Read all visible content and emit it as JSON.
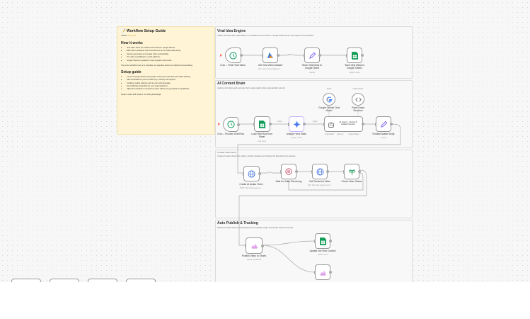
{
  "guide": {
    "title": "📝 Workflow Setup Guide",
    "author_label": "Author:",
    "author_name": "Wing Lab",
    "how_title": "How it works",
    "how_items": [
      "Viral video ideas are collected and stored in Google Sheets",
      "Each idea is analyzed and converted into an AI avatar-ready script",
      "HeyGen generates an AI avatar video automatically",
      "The video is published to social platforms",
      "Google Sheets is updated to track progress and results"
    ],
    "how_note": "The entire workflow runs on a schedule and operates end-to-end without manual editing.",
    "setup_title": "Setup guide",
    "setup_items": [
      "Connect Google Sheets and prepare a sheet for viral ideas and status tracking",
      "Add credentials for your AI model (e.g. Gemini) and HeyGen",
      "Configure avatar settings such as voice and language",
      "Set publishing credentials for your target platforms",
      "Adjust the schedule to control how often videos are generated and published"
    ],
    "setup_note": "Setup is quick and requires no coding knowledge."
  },
  "sections": {
    "s1": {
      "title": "Viral Idea Engine",
      "subtitle": "Collect viral short-form video ideas on a schedule and store them in Google Sheets as the input queue for the workflow."
    },
    "s2": {
      "title": "AI Content Brain",
      "subtitle": "Analyze viral videos and generate short, avatar-ready scripts automatically using AI."
    },
    "s3": {
      "title": "AI Avatar Video Factory",
      "subtitle": "Create AI avatar videos from scripts, wait for rendering, and retrieve the final video from HeyGen."
    },
    "s4": {
      "title": "Auto Publish & Tracking",
      "subtitle": "Publish AI avatar videos to social platforms and update Google Sheets with status and results."
    }
  },
  "nodes": {
    "cron_fetch": {
      "label": "Cron – Fetch Viral Ideas",
      "sub": ""
    },
    "get_dataset": {
      "label": "Get Viral Video Dataset",
      "sub": "Run actor and get dataset ite…"
    },
    "store_ideas": {
      "label": "Store Viral Ideas to Google Sheet",
      "sub": "manual"
    },
    "save_ideas": {
      "label": "Save Viral Ideas to Google Sheet1",
      "sub": "append: sheet"
    },
    "gemini_model": {
      "label": "Google Gemini Chat Model",
      "sub": ""
    },
    "parse_script": {
      "label": "Parse Script Structure",
      "sub": ""
    },
    "cron_process": {
      "label": "Cron – Process Viral Row",
      "sub": ""
    },
    "load_row": {
      "label": "Load Viral Row from Sheet",
      "sub": "read: sheet"
    },
    "analyze_video": {
      "label": "Analyze Viral Video",
      "sub": "analyze: video"
    },
    "ai_agent": {
      "label": "AI Agent – Script & Avatar Director",
      "sub": ""
    },
    "finalize_script": {
      "label": "Finalize Avatar Script",
      "sub": "manual"
    },
    "create_video": {
      "label": "Create AI Avatar Video",
      "sub": "POST: https://api.heygen.co…"
    },
    "wait_render": {
      "label": "Wait for Video Rendering",
      "sub": ""
    },
    "get_rendered": {
      "label": "Get Rendered Video",
      "sub": "GET: https://api.heygen.com/v…"
    },
    "check_status": {
      "label": "Check Video Status",
      "sub": ""
    },
    "publish": {
      "label": "Publish Video to Shorts",
      "sub": "upload: uploadPost"
    },
    "update_row": {
      "label": "Update row Viral Content",
      "sub": "update: sheet"
    }
  },
  "edge_labels": {
    "items_38": "38 items",
    "item_1a": "1 item",
    "item_1b": "1 item",
    "item_1c": "1 item",
    "model": "Model",
    "output_parser": "Output Parser",
    "chat_model_port": "Chat Model*",
    "memory_port": "Memory",
    "tool_port": "Output Parser"
  },
  "colors": {
    "sticky_yellow": "#fff5d6",
    "trigger_bolt": "#ff6d5a",
    "sheets_green": "#0f9d58",
    "clock_green": "#22a06b",
    "edge_gray": "#a9a9a9"
  },
  "icons": {
    "cron_fetch": "clock-icon",
    "get_dataset": "apify-icon",
    "store_ideas": "pencil-icon",
    "save_ideas": "google-sheets-icon",
    "gemini_model": "google-icon",
    "parse_script": "code-braces-icon",
    "cron_process": "clock-icon",
    "load_row": "google-sheets-icon",
    "analyze_video": "gemini-icon",
    "ai_agent": "robot-icon",
    "finalize_script": "pencil-icon",
    "create_video": "globe-icon",
    "wait_render": "pause-icon",
    "get_rendered": "globe-icon",
    "check_status": "switch-icon",
    "publish": "upload-post-icon",
    "update_row": "google-sheets-icon",
    "extra_publish": "upload-post-icon"
  }
}
